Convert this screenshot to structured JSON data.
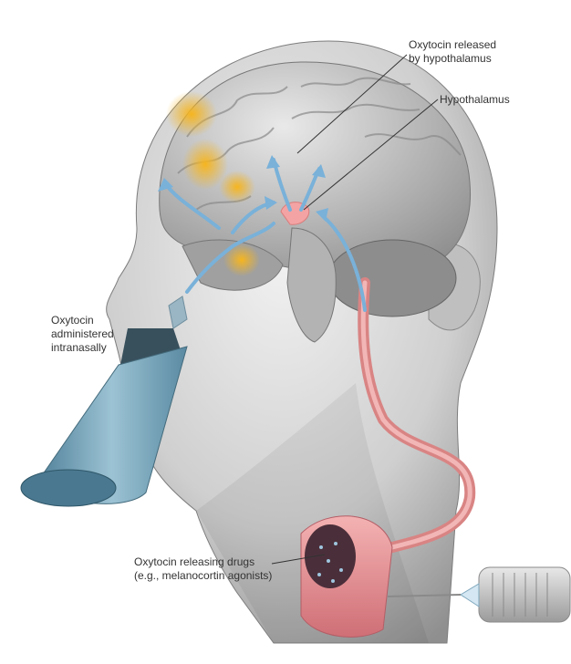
{
  "labels": {
    "oxytocin_released": "Oxytocin released\nby hypothalamus",
    "hypothalamus": "Hypothalamus",
    "intranasal": "Oxytocin\nadministered\nintranasally",
    "releasing_drugs": "Oxytocin releasing drugs\n(e.g., melanocortin agonists)"
  },
  "colors": {
    "head": "#c8c8c8",
    "brain": "#a8a8a8",
    "activation": "#f0b324",
    "hypothalamus": "#f3a3a3",
    "pathway_arrow": "#79b1d9",
    "blood_vessel": "#e99797",
    "nasal_spray_bottle": "#7aa6bb",
    "syringe": "#c7c7c7"
  }
}
